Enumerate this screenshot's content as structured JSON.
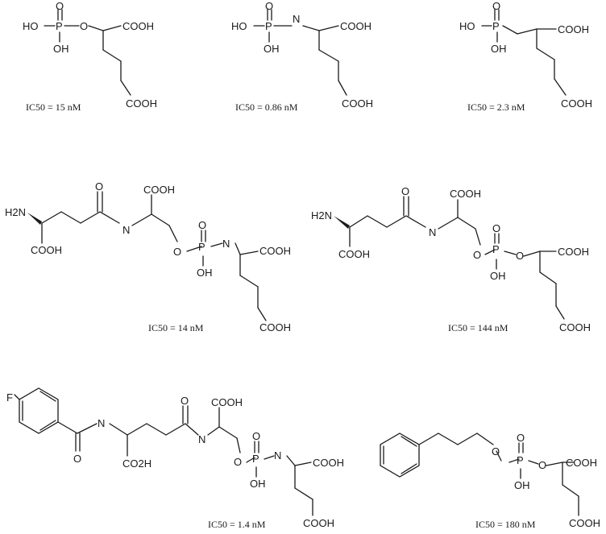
{
  "labels": {
    "ho": "HO",
    "oh": "OH",
    "o": "O",
    "p": "P",
    "n": "N",
    "cooh": "COOH",
    "h2n": "H2N",
    "f": "F",
    "co2h": "CO2H"
  },
  "compounds": [
    {
      "id": "c1",
      "ic50": "IC50 = 15 nM"
    },
    {
      "id": "c2",
      "ic50": "IC50 = 0.86 nM"
    },
    {
      "id": "c3",
      "ic50": "IC50 = 2.3 nM"
    },
    {
      "id": "c4",
      "ic50": "IC50 = 14 nM"
    },
    {
      "id": "c5",
      "ic50": "IC50 = 144 nM"
    },
    {
      "id": "c6",
      "ic50": "IC50 = 1.4 nM"
    },
    {
      "id": "c7",
      "ic50": "IC50 = 180 nM"
    }
  ]
}
